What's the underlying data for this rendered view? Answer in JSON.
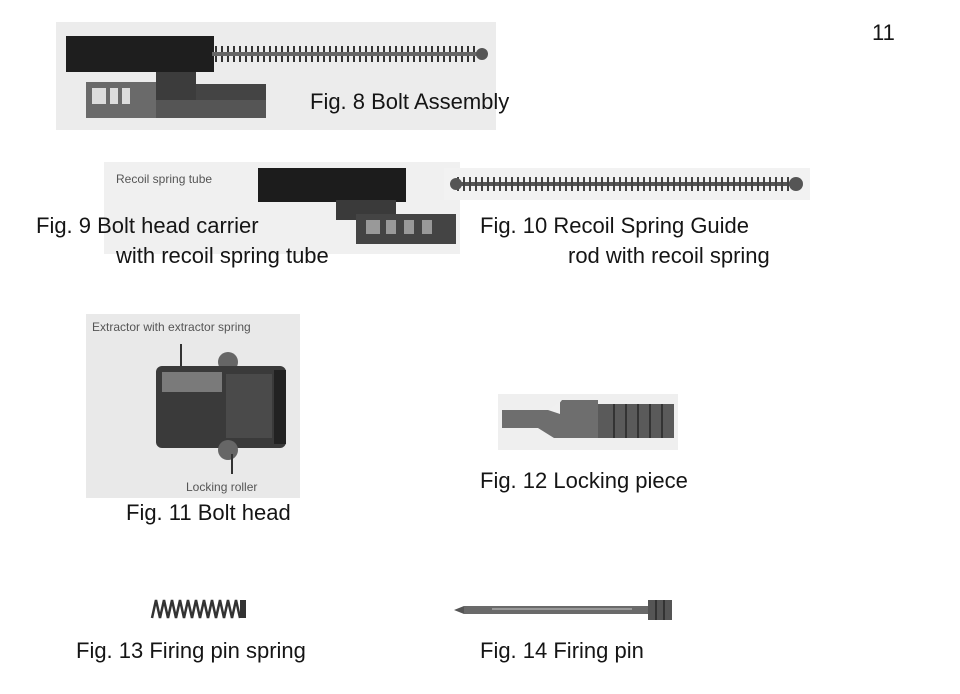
{
  "page_number": "11",
  "figures": {
    "fig8": {
      "caption": "Fig. 8  Bolt Assembly",
      "icon": "bolt-assembly-image"
    },
    "fig9": {
      "caption_line1": "Fig. 9  Bolt head carrier",
      "caption_line2": "with recoil spring tube",
      "label": "Recoil spring tube",
      "icon": "bolt-head-carrier-image"
    },
    "fig10": {
      "caption_line1": "Fig. 10  Recoil Spring Guide",
      "caption_line2": "rod with recoil spring",
      "icon": "recoil-spring-guide-rod-image"
    },
    "fig11": {
      "caption": "Fig. 11  Bolt head",
      "label_top": "Extractor with extractor spring",
      "label_bottom": "Locking roller",
      "icon": "bolt-head-image"
    },
    "fig12": {
      "caption": "Fig. 12 Locking piece",
      "icon": "locking-piece-image"
    },
    "fig13": {
      "caption": "Fig. 13  Firing pin spring",
      "icon": "firing-pin-spring-image"
    },
    "fig14": {
      "caption": "Fig. 14  Firing pin",
      "icon": "firing-pin-image"
    }
  }
}
